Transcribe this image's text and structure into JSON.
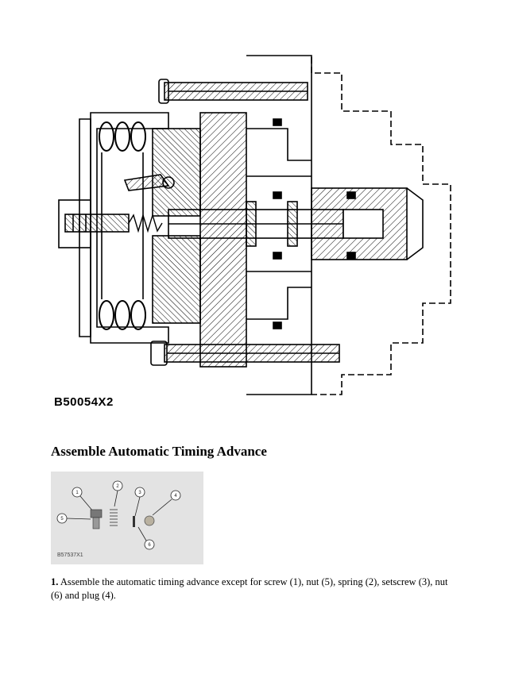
{
  "figure_main": {
    "code": "B50054X2",
    "icon": "automatic-timing-advance-cross-section"
  },
  "heading": "Assemble Automatic Timing Advance",
  "figure_photo": {
    "code": "B57537X1",
    "callouts": [
      "1",
      "2",
      "3",
      "4",
      "5",
      "6"
    ]
  },
  "step": {
    "number": "1.",
    "text": "Assemble the automatic timing advance except for screw (1), nut (5), spring (2), setscrew (3), nut (6) and plug (4)."
  }
}
